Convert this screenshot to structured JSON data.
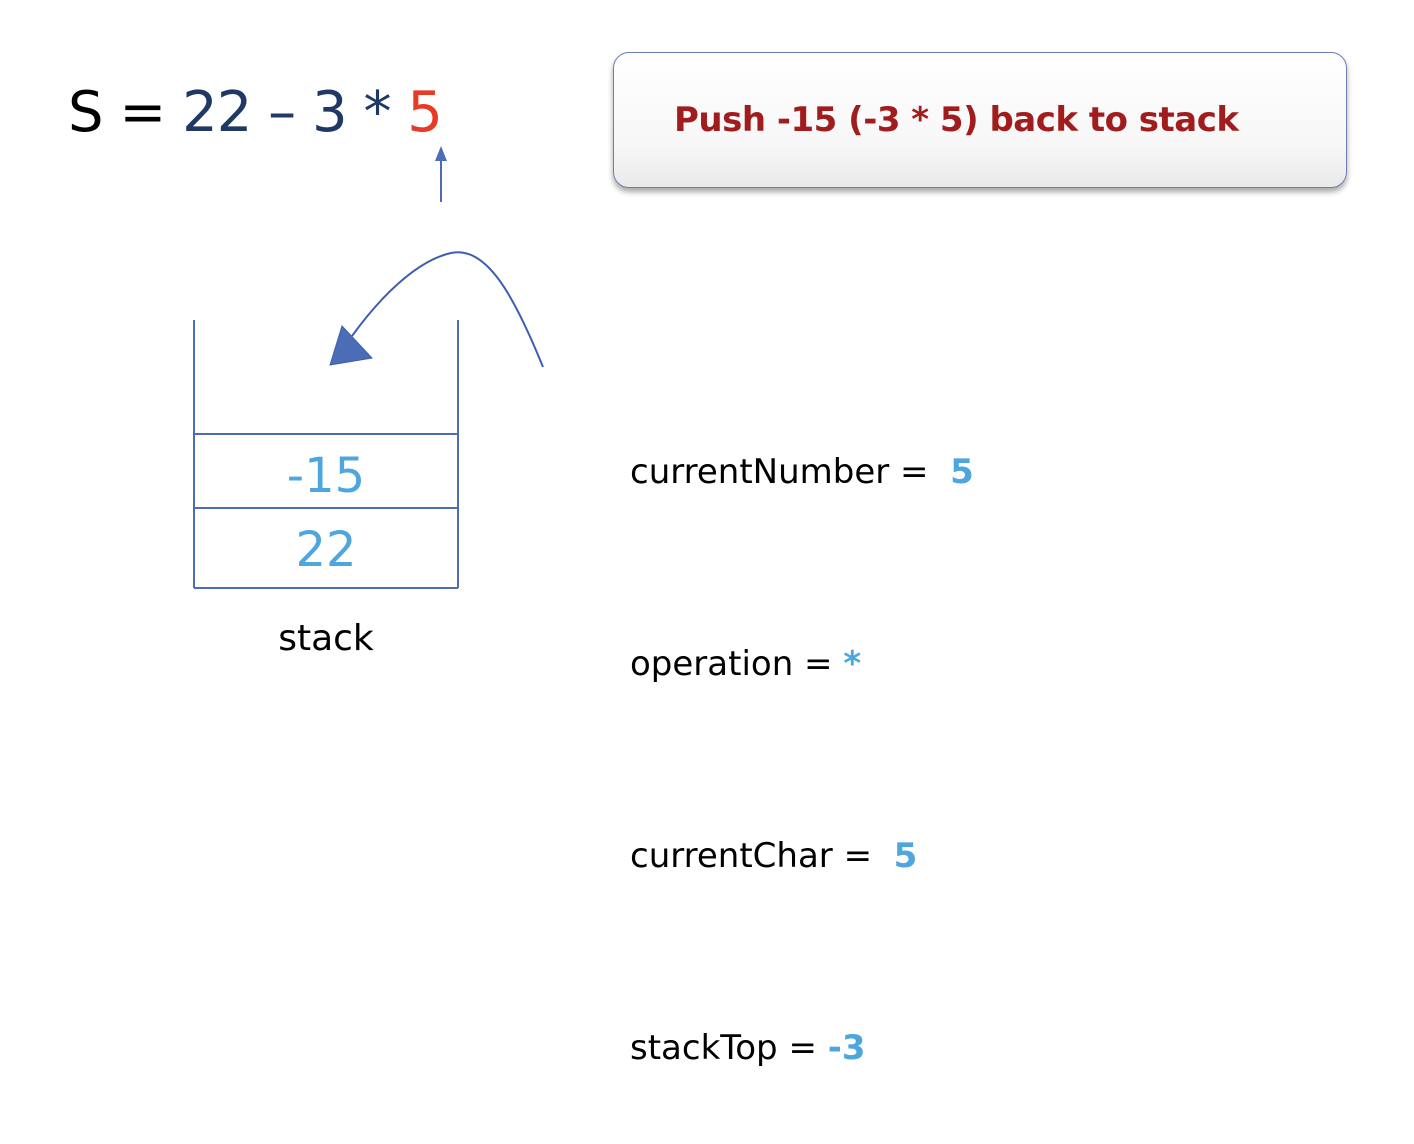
{
  "expression": {
    "lhs": "S",
    "equals": "=",
    "num1": "22",
    "minus": "–",
    "num2": "3",
    "times": "*",
    "num3": "5"
  },
  "callout": {
    "text": "Push -15 (-3 * 5) back to stack"
  },
  "stack": {
    "label": "stack",
    "cells": [
      "-15",
      "22"
    ]
  },
  "variables": [
    {
      "name": "currentNumber = ",
      "value": "5"
    },
    {
      "name": "operation = ",
      "value": "*"
    },
    {
      "name": "currentChar = ",
      "value": "5"
    },
    {
      "name": "stackTop = ",
      "value": "-3"
    }
  ],
  "colors": {
    "expression_dark": "#1f3864",
    "expression_highlight": "#e83a26",
    "value_blue": "#4ea6de",
    "callout_text": "#a11d1d",
    "line_blue": "#4a6db5"
  }
}
